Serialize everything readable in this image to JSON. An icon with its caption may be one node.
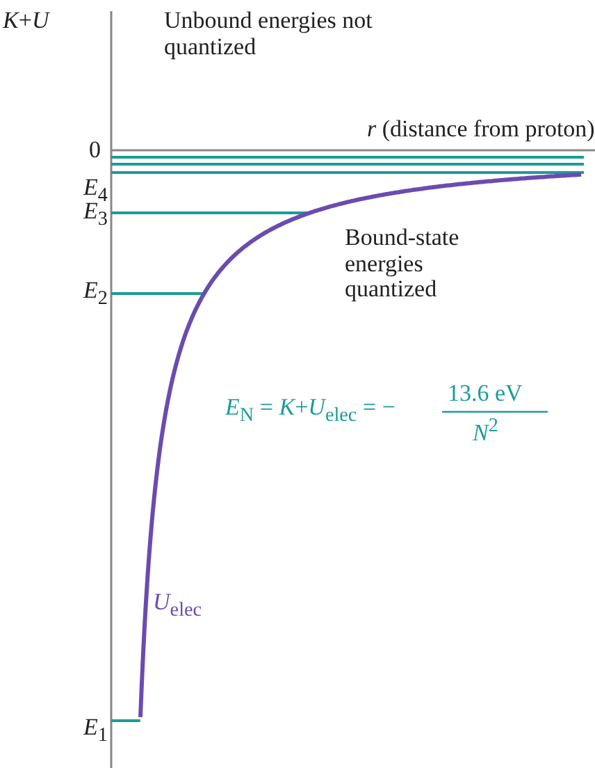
{
  "diagram": {
    "labels": [
      "*K*+*U*",
      "Unbound energies not quantized",
      "*r* (distance from proton)",
      "0",
      "*E*$_{4}$",
      "*E*$_{3}$",
      "*E*$_{2}$",
      "Bound-state energies quantized",
      "*E*$_{N}$ = *K*+*U*$_{elec}$ = −",
      "13.6 eV",
      "*N*$^{2}$",
      "*U*$_{elec}$",
      "*E*$_{1}$"
    ]
  }
}
